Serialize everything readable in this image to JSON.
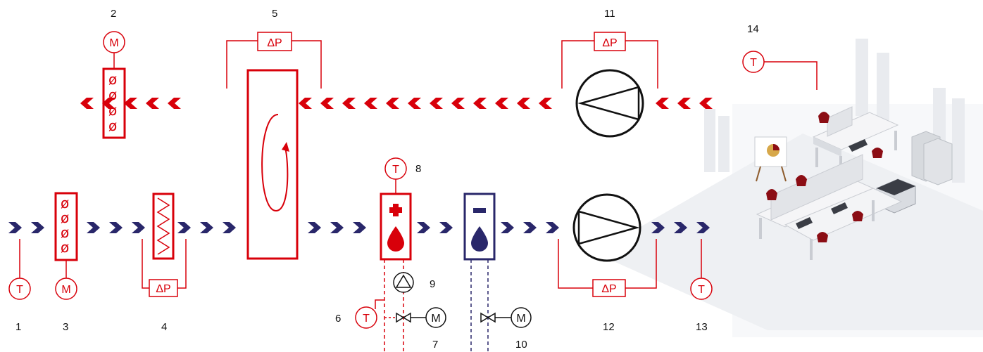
{
  "labels": {
    "n1": "1",
    "n2": "2",
    "n3": "3",
    "n4": "4",
    "n5": "5",
    "n6": "6",
    "n7": "7",
    "n8": "8",
    "n9": "9",
    "n10": "10",
    "n11": "11",
    "n12": "12",
    "n13": "13",
    "n14": "14"
  },
  "symbols": {
    "temperature": "T",
    "motor": "M",
    "pressure_difference": "ΔP",
    "damper": "ø"
  },
  "colors": {
    "exhaust_red": "#d8000a",
    "supply_navy": "#29276a",
    "office_gray": "#eceef2"
  },
  "icons": [
    "supply-arrow-icon",
    "exhaust-arrow-icon",
    "fan-icon",
    "pump-icon",
    "valve-icon",
    "droplet-icon",
    "plus-icon",
    "minus-icon"
  ]
}
